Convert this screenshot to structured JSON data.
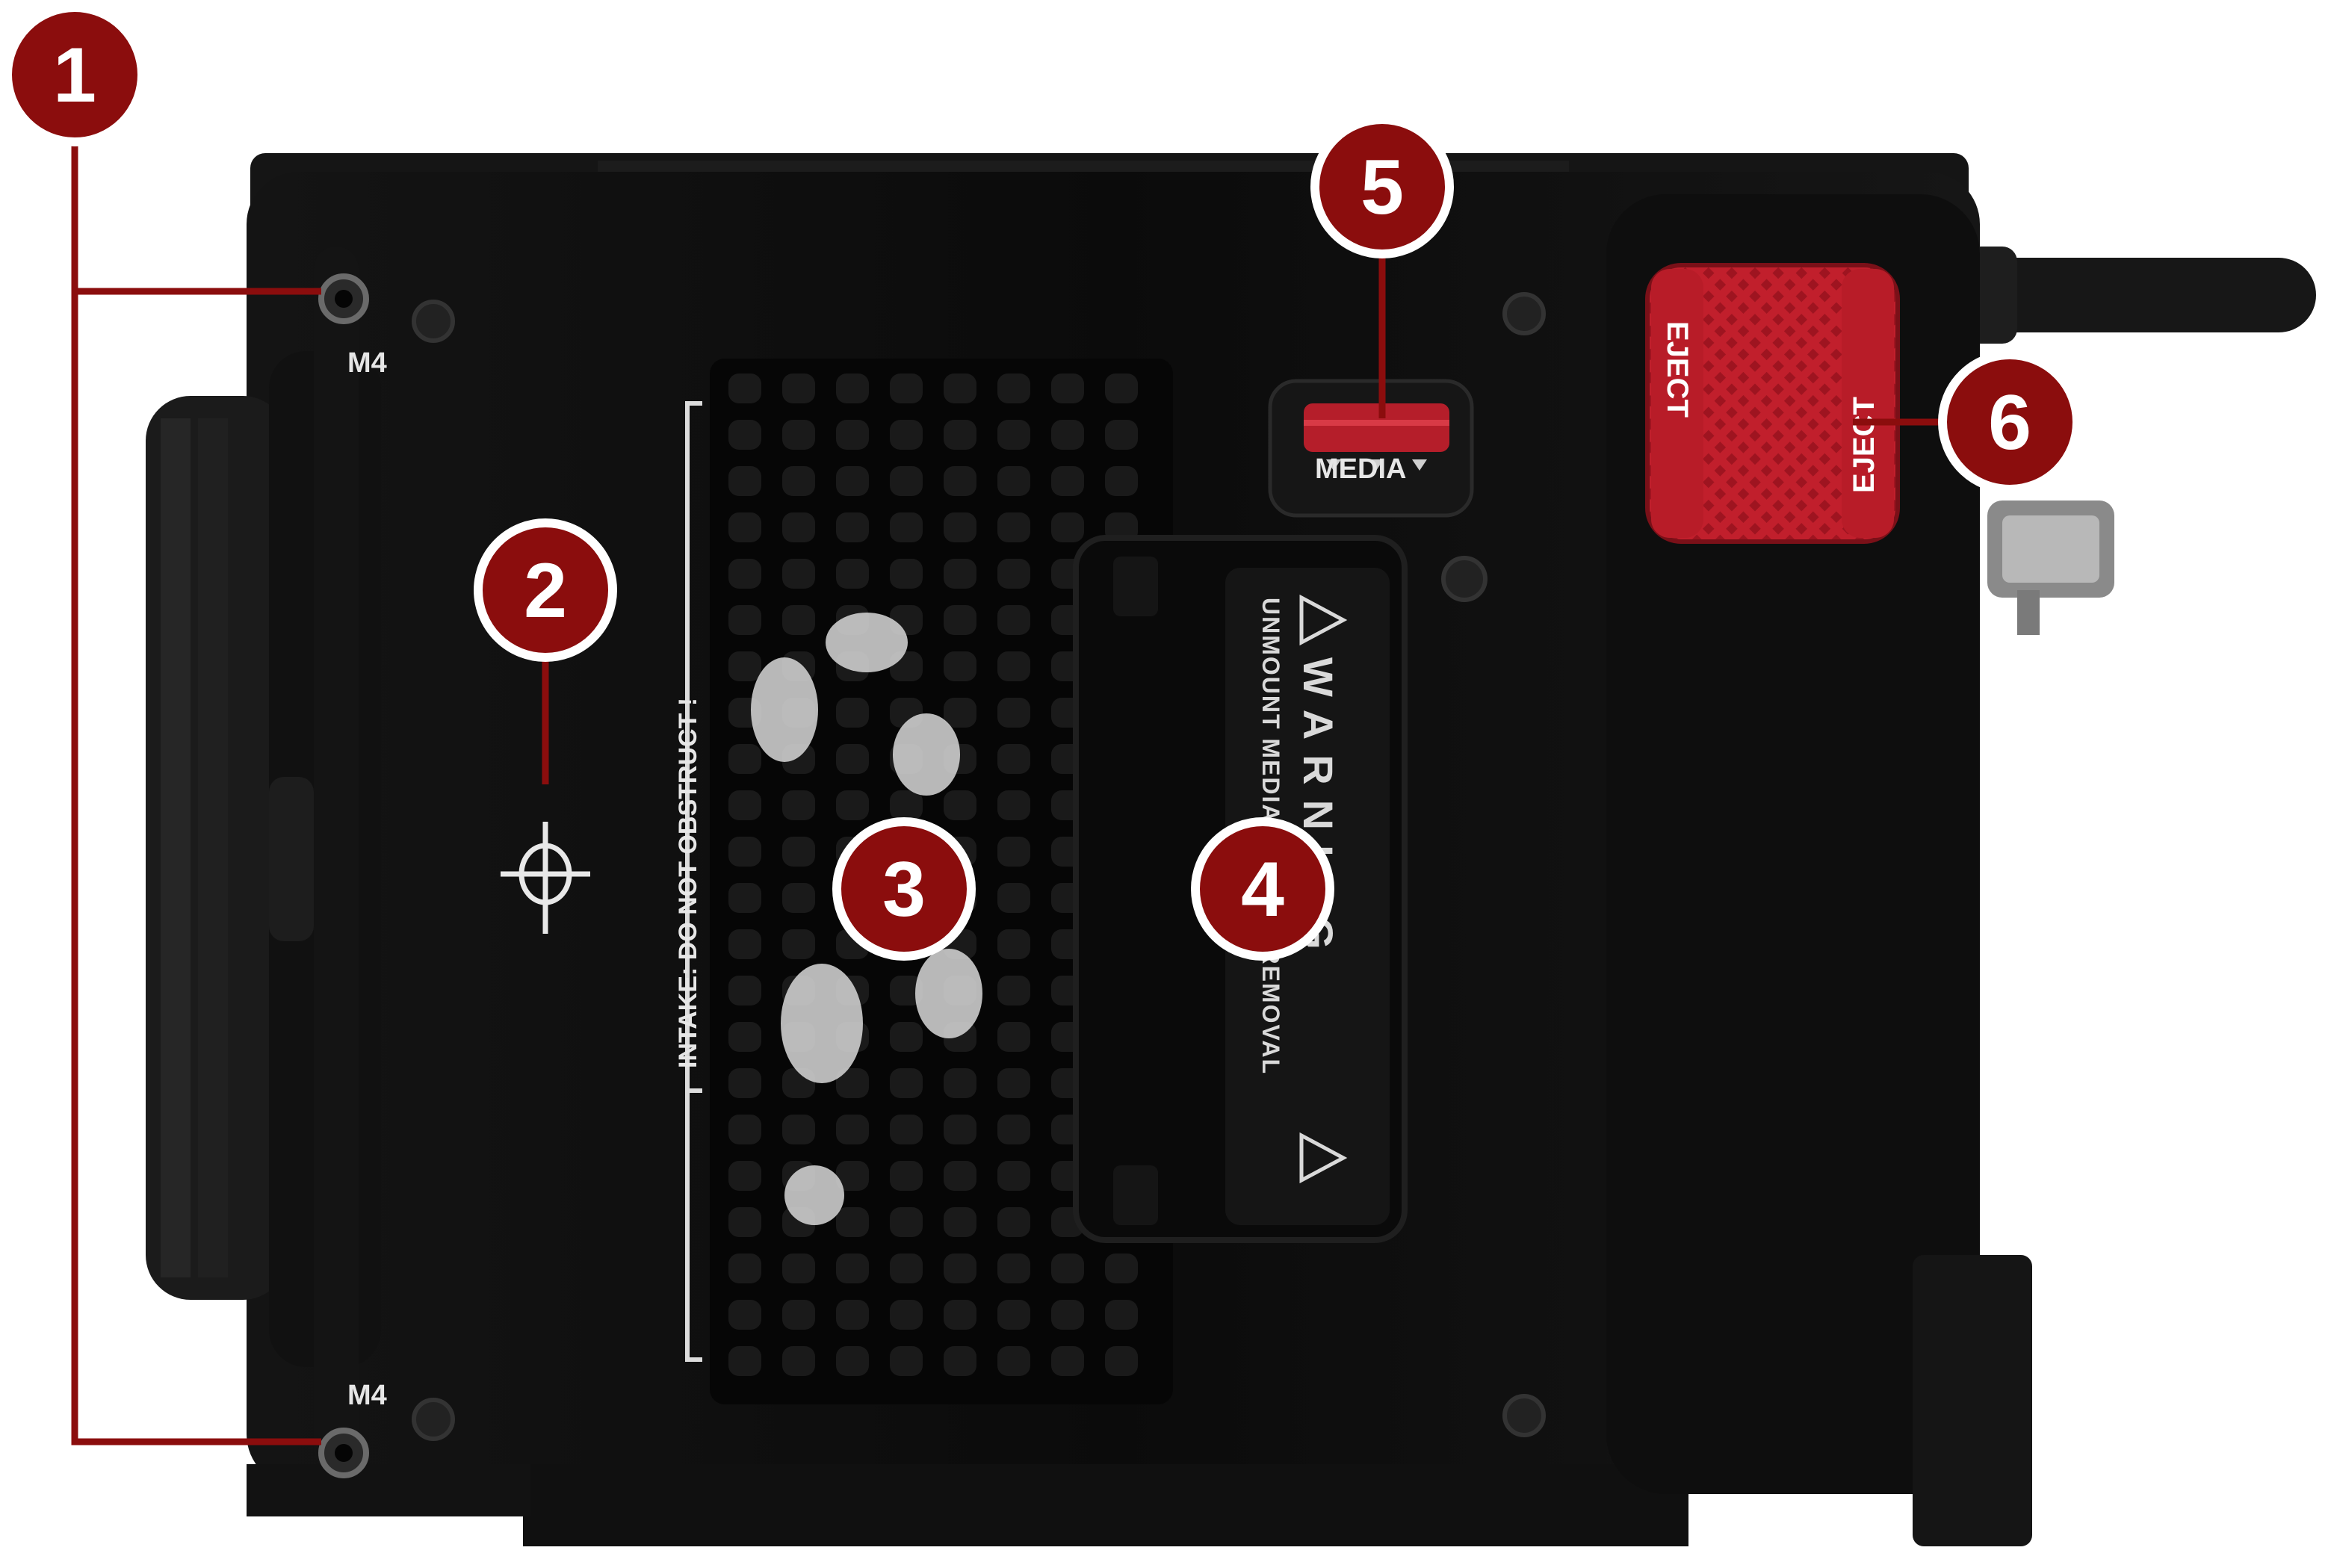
{
  "labels": {
    "m4_top": "M4",
    "m4_bottom": "M4",
    "media": "MEDIA",
    "eject_left": "EJECT",
    "eject_right": "EJECT",
    "intake": "INTAKE: DO NOT OBSTRUCT !",
    "warning_title": "WARNING",
    "warning_text": "UNMOUNT MEDIA BEFORE REMOVAL"
  },
  "callouts": [
    {
      "number": "1"
    },
    {
      "number": "2"
    },
    {
      "number": "3"
    },
    {
      "number": "4"
    },
    {
      "number": "5"
    },
    {
      "number": "6"
    }
  ],
  "colors": {
    "callout_fill": "#8b0d0d",
    "callout_ring": "#ffffff",
    "leader_line": "#8b0d0d",
    "body": "#0c0c0c",
    "eject_button": "#c4202e"
  }
}
